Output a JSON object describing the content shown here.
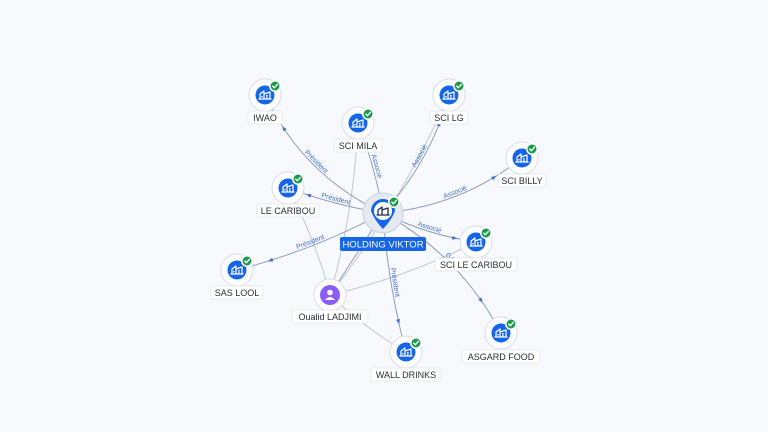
{
  "graph": {
    "center": {
      "label": "HOLDING VIKTOR",
      "icon": "company-building-icon",
      "verified": true
    },
    "person": {
      "label": "Oualid LADJIMI",
      "icon": "person-icon"
    },
    "companies": [
      {
        "id": "iwao",
        "label": "IWAO",
        "icon": "company-building-icon",
        "verified": true
      },
      {
        "id": "sci-mila",
        "label": "SCI MILA",
        "icon": "company-building-icon",
        "verified": true
      },
      {
        "id": "sci-lg",
        "label": "SCI LG",
        "icon": "company-building-icon",
        "verified": true
      },
      {
        "id": "sci-billy",
        "label": "SCI BILLY",
        "icon": "company-building-icon",
        "verified": true
      },
      {
        "id": "le-caribou",
        "label": "LE CARIBOU",
        "icon": "company-building-icon",
        "verified": true
      },
      {
        "id": "sci-le-caribou",
        "label": "SCI LE CARIBOU",
        "icon": "company-building-icon",
        "verified": true
      },
      {
        "id": "sas-lool",
        "label": "SAS LOOL",
        "icon": "company-building-icon",
        "verified": true
      },
      {
        "id": "asgard-food",
        "label": "ASGARD FOOD",
        "icon": "company-building-icon",
        "verified": true
      },
      {
        "id": "wall-drinks",
        "label": "WALL DRINKS",
        "icon": "company-building-icon",
        "verified": true
      }
    ],
    "edge_labels": [
      {
        "target": "iwao",
        "text": "Président"
      },
      {
        "target": "sci-mila",
        "text": "Associé"
      },
      {
        "target": "sci-lg",
        "text": "Associé"
      },
      {
        "target": "sci-billy",
        "text": "Associé"
      },
      {
        "target": "le-caribou",
        "text": "Président"
      },
      {
        "target": "sci-le-caribou",
        "text": "Associé"
      },
      {
        "target": "sas-lool",
        "text": "Président"
      },
      {
        "target": "asgard-food",
        "text": "Gérant"
      },
      {
        "target": "wall-drinks",
        "text": "Président"
      }
    ],
    "colors": {
      "company": "#1565e8",
      "person": "#8b5cf6",
      "verified": "#1a9b4b",
      "edge": "#8f9fb7",
      "edge_label": "#3f6fd1"
    }
  }
}
